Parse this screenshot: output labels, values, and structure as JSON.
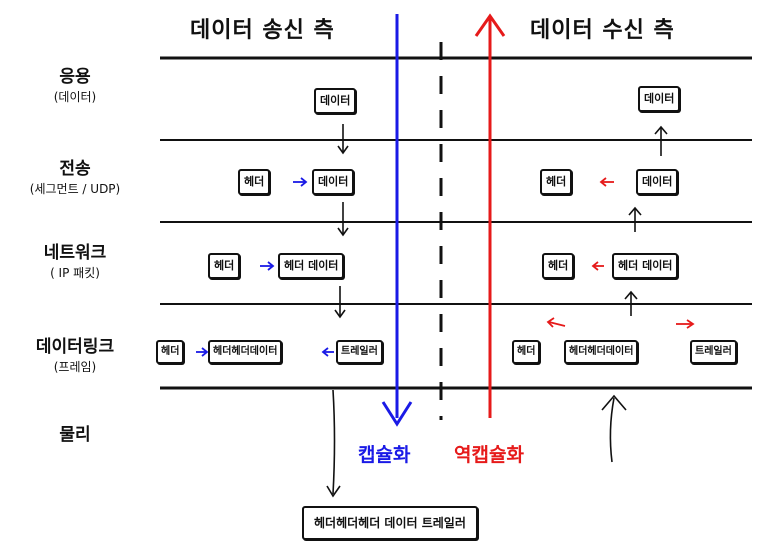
{
  "titles": {
    "sender": "데이터 송신 측",
    "receiver": "데이터 수신 측"
  },
  "layers": [
    {
      "name": "응용",
      "sub": "(데이터)"
    },
    {
      "name": "전송",
      "sub": "(세그먼트 / UDP)"
    },
    {
      "name": "네트워크",
      "sub": "( IP 패킷)"
    },
    {
      "name": "데이터링크",
      "sub": "(프레임)"
    },
    {
      "name": "물리",
      "sub": ""
    }
  ],
  "sender": {
    "app": {
      "data": "데이터"
    },
    "transport": {
      "header": "헤더",
      "data": "데이터"
    },
    "network": {
      "header": "헤더",
      "packet": "헤더 데이터"
    },
    "datalink": {
      "header": "헤더",
      "payload": "헤더헤더데이터",
      "trailer": "트레일러"
    }
  },
  "receiver": {
    "app": {
      "data": "데이터"
    },
    "transport": {
      "header": "헤더",
      "data": "데이터"
    },
    "network": {
      "header": "헤더",
      "packet": "헤더 데이터"
    },
    "datalink": {
      "header": "헤더",
      "payload": "헤더헤더데이터",
      "trailer": "트레일러"
    }
  },
  "process_labels": {
    "encapsulation": "캡슐화",
    "decapsulation": "역캡슐화"
  },
  "physical_frame": "헤더헤더헤더 데이터 트레일러",
  "colors": {
    "encapsulation": "#1a1ae6",
    "decapsulation": "#e61a1a",
    "ink": "#111111"
  }
}
